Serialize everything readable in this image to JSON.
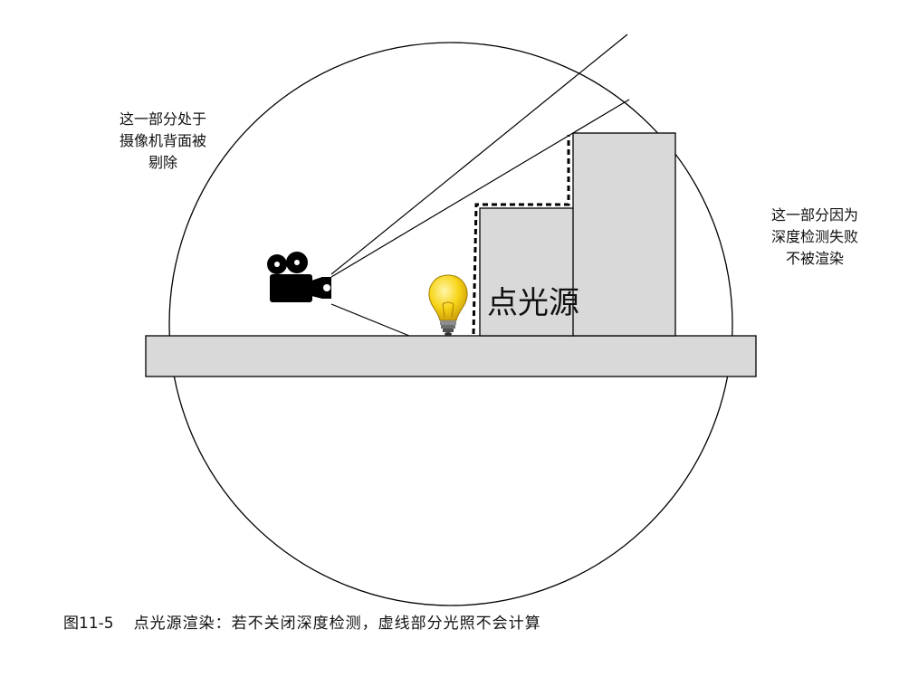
{
  "annotations": {
    "left_note": "这一部分处于\n摄像机背面被\n剔除",
    "right_note": "这一部分因为\n深度检测失败\n不被渲染"
  },
  "light": {
    "label": "点光源"
  },
  "icons": {
    "camera": "movie-camera-icon",
    "light": "light-bulb-icon"
  },
  "caption": {
    "figure_number": "图11-5",
    "text": "点光源渲染：若不关闭深度检测，虚线部分光照不会计算"
  },
  "colors": {
    "shape_fill": "#d9d9d9",
    "stroke": "#000000",
    "bulb_yellow": "#f7d417"
  }
}
